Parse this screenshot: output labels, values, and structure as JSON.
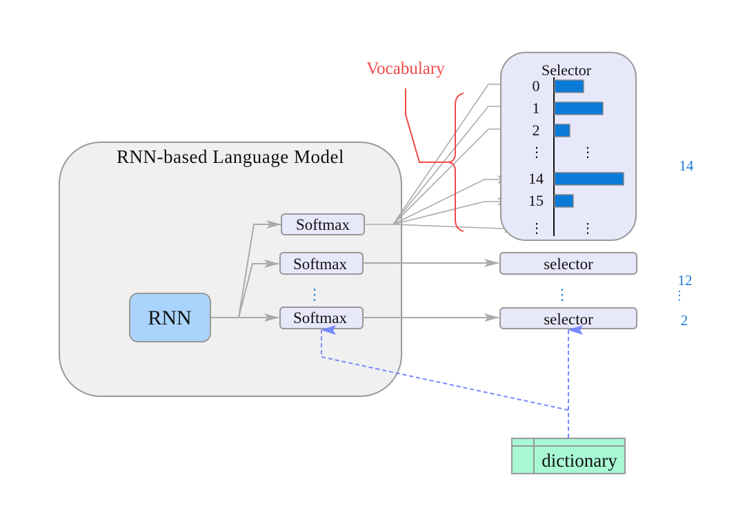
{
  "diagram": {
    "lm_container": {
      "title": "RNN-based Language Model"
    },
    "rnn": {
      "label": "RNN"
    },
    "softmax_nodes": [
      {
        "label": "Softmax"
      },
      {
        "label": "Softmax"
      },
      {
        "label": "Softmax"
      }
    ],
    "softmax_ellipsis": "⋮",
    "vocabulary": {
      "label": "Vocabulary"
    },
    "selector_panel": {
      "title": "Selector",
      "rows": [
        {
          "index": "0",
          "value": 0.42
        },
        {
          "index": "1",
          "value": 0.7
        },
        {
          "index": "2",
          "value": 0.22
        },
        {
          "index": "⋮",
          "value": null,
          "ellipsis": true
        },
        {
          "index": "14",
          "value": 1.0
        },
        {
          "index": "15",
          "value": 0.27
        },
        {
          "index": "⋮",
          "value": null,
          "ellipsis": true
        }
      ]
    },
    "selector_nodes": [
      {
        "label": "selector"
      },
      {
        "label": "selector"
      }
    ],
    "selector_ellipsis": "⋮",
    "side_values": [
      {
        "label": "14"
      },
      {
        "label": "12"
      },
      {
        "label": "⋮"
      },
      {
        "label": "2"
      }
    ],
    "dictionary": {
      "label": "dictionary"
    },
    "colors": {
      "container_fill": "#f0f0f0",
      "container_stroke": "#999999",
      "rnn_fill": "#aad4fb",
      "node_fill": "#e8e8fb",
      "bar_fill": "#0a7ad8",
      "arrow_gray": "#aaaaaa",
      "vocab_red": "#f04848",
      "dashed_blue": "#7788ff",
      "side_blue": "#1a78d8",
      "dictionary_fill": "#a8f8d4"
    }
  }
}
